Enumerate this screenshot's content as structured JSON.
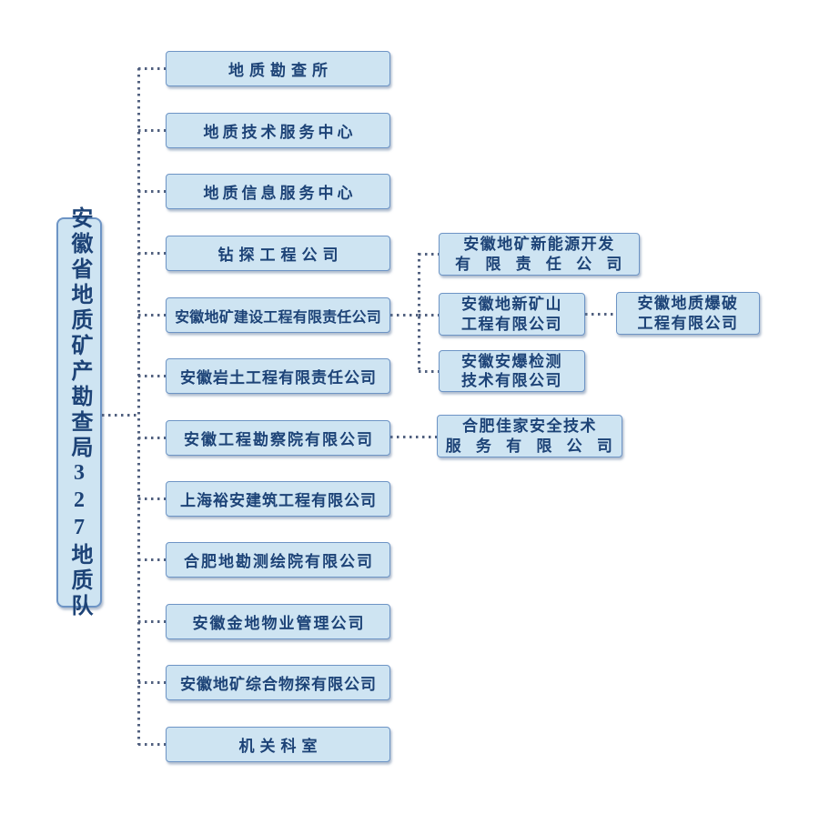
{
  "diagram_type": "org-chart",
  "root": {
    "label": "安徽省地质矿产勘查局327地质队"
  },
  "main_units": [
    {
      "label": "地质勘查所"
    },
    {
      "label": "地质技术服务中心"
    },
    {
      "label": "地质信息服务中心"
    },
    {
      "label": "钻探工程公司"
    },
    {
      "label": "安徽地矿建设工程有限责任公司"
    },
    {
      "label": "安徽岩土工程有限责任公司"
    },
    {
      "label": "安徽工程勘察院有限公司"
    },
    {
      "label": "上海裕安建筑工程有限公司"
    },
    {
      "label": "合肥地勘测绘院有限公司"
    },
    {
      "label": "安徽金地物业管理公司"
    },
    {
      "label": "安徽地矿综合物探有限公司"
    },
    {
      "label": "机关科室"
    }
  ],
  "level2": {
    "of_construction": [
      {
        "line1": "安徽地矿新能源开发",
        "line2": "有 限 责 任 公 司"
      },
      {
        "line1": "安徽地新矿山",
        "line2": "工程有限公司"
      },
      {
        "line1": "安徽安爆检测",
        "line2": "技术有限公司"
      }
    ],
    "of_survey": [
      {
        "line1": "合肥佳家安全技术",
        "line2": "服 务 有 限 公 司"
      }
    ]
  },
  "level3": {
    "of_mining": [
      {
        "line1": "安徽地质爆破",
        "line2": "工程有限公司"
      }
    ]
  },
  "colors": {
    "background": "#ffffff",
    "box_fill": "#cee4f2",
    "box_border": "#6d94c5",
    "text": "#1d4377",
    "connector": "#51607f"
  }
}
